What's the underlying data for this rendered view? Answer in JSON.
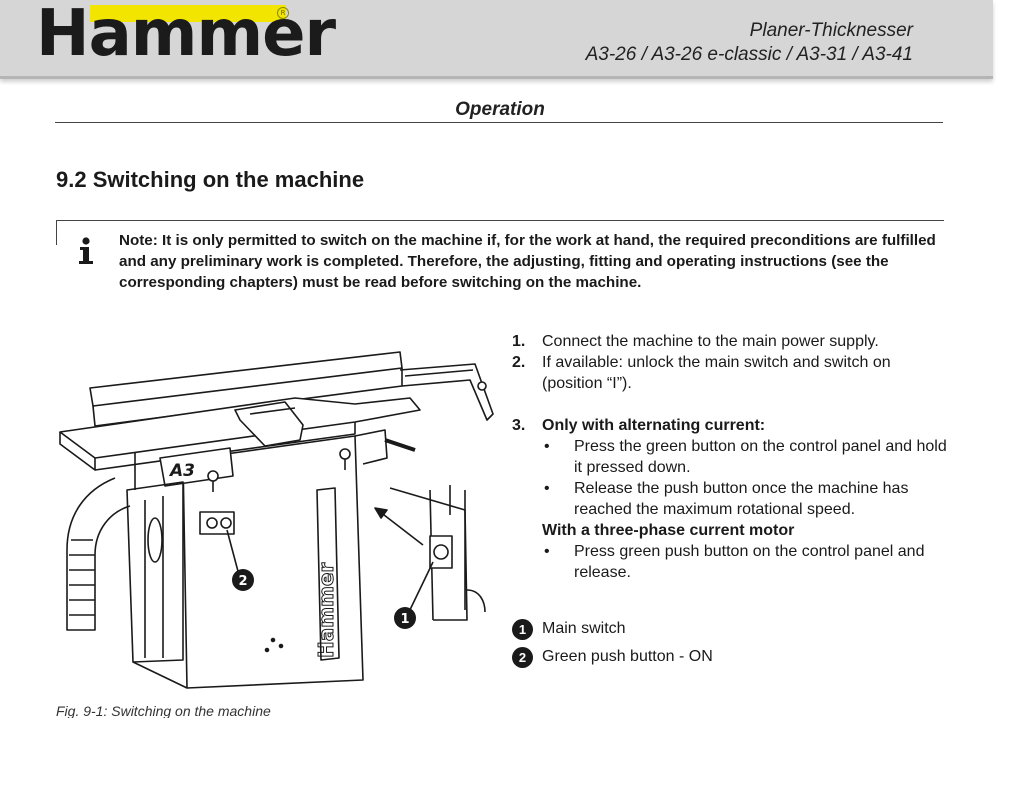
{
  "header": {
    "brand": "Hammer",
    "product": "Planer-Thicknesser",
    "models": "A3-26 / A3-26 e-classic / A3-31 / A3-41"
  },
  "section": "Operation",
  "heading": "9.2 Switching on the machine",
  "note": {
    "icon": "info-icon",
    "text": "Note: It is only permitted to switch on the machine if, for the work at hand, the required preconditions are fulfilled and any preliminary work is completed. Therefore, the adjusting, fitting and operating instructions (see the corresponding chapters) must be read before switching on the machine."
  },
  "steps": {
    "s1": {
      "num": "1.",
      "text": "Connect the machine to the main power supply."
    },
    "s2": {
      "num": "2.",
      "text": "If available: unlock the main switch and switch on (position “I”)."
    },
    "s3": {
      "num": "3.",
      "text": "Only with alternating current:"
    },
    "ac_bullets": [
      "Press the green button on the control panel and hold it pressed down.",
      "Release the push button once the machine has reached the maximum rotational speed."
    ],
    "three_phase_heading": "With a three-phase current motor",
    "three_phase_bullets": [
      "Press green push button on the control panel and release."
    ]
  },
  "figure": {
    "machine_label": "A3",
    "side_brand": "Hammer",
    "callout_1": "1",
    "callout_2": "2"
  },
  "legend": [
    {
      "num": "1",
      "label": "Main switch"
    },
    {
      "num": "2",
      "label": "Green push button - ON"
    }
  ],
  "caption": "Fig. 9-1: Switching on the machine"
}
